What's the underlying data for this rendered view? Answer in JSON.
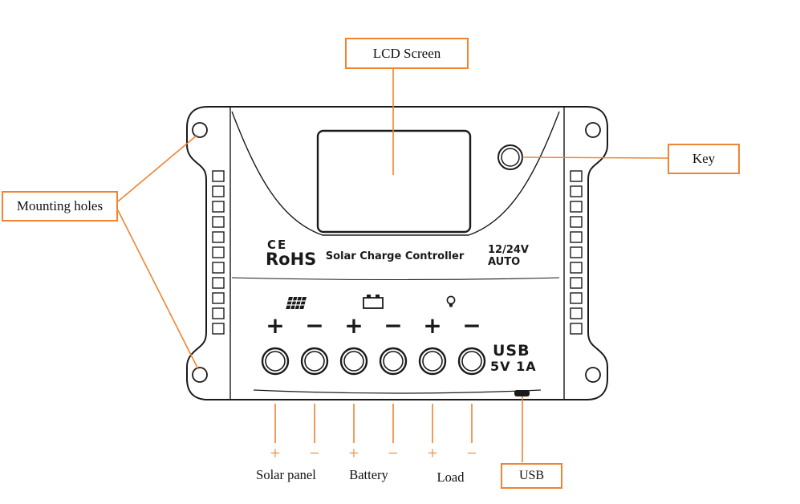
{
  "colors": {
    "accent": "#EF8432",
    "line": "#1A1A1A"
  },
  "callouts": {
    "lcd_screen": "LCD Screen",
    "key": "Key",
    "mounting_holes": "Mounting holes",
    "usb": "USB"
  },
  "device": {
    "ce_mark": "CE",
    "rohs": "RoHS",
    "title": "Solar Charge Controller",
    "voltage": "12/24V",
    "auto_label": "AUTO",
    "usb_label": "USB",
    "usb_spec": "5V 1A",
    "terminal_signs": [
      "+",
      "−",
      "+",
      "−",
      "+",
      "−"
    ]
  },
  "icons": {
    "solar_panel": "solar-panel-icon",
    "battery": "battery-icon",
    "lamp": "lamp-icon"
  },
  "bottom": {
    "signs": [
      "+",
      "−",
      "+",
      "−",
      "+",
      "−"
    ],
    "solar_panel": "Solar panel",
    "battery": "Battery",
    "load": "Load"
  }
}
